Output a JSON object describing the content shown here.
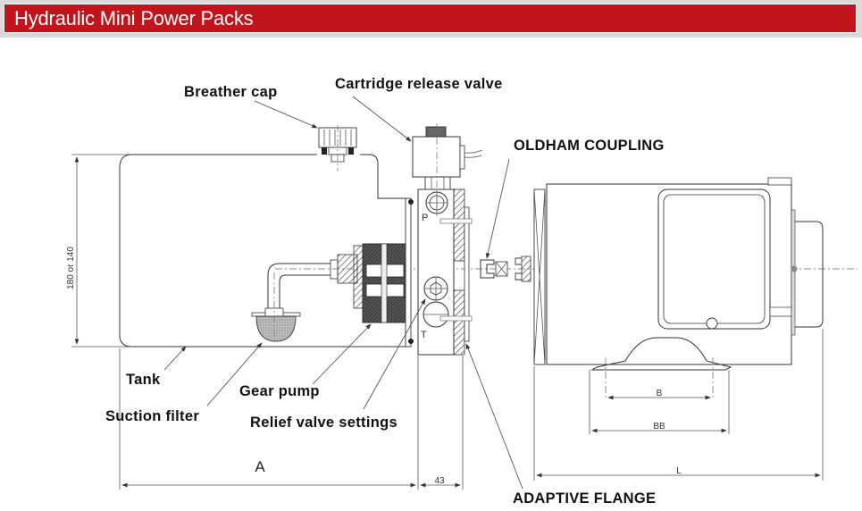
{
  "header": {
    "title": "Hydraulic Mini Power Packs",
    "bar_color": "#c3141c",
    "frame_color": "#d9d9d9",
    "text_color": "#ffffff"
  },
  "labels": {
    "breather_cap": "Breather cap",
    "cartridge_release_valve": "Cartridge release valve",
    "oldham_coupling": "OLDHAM COUPLING",
    "tank": "Tank",
    "suction_filter": "Suction filter",
    "gear_pump": "Gear pump",
    "relief_valve_settings": "Relief valve settings",
    "adaptive_flange": "ADAPTIVE FLANGE"
  },
  "port_labels": {
    "pressure": "P",
    "tank": "T"
  },
  "dimensions": {
    "tank_height": "180 or 140",
    "tank_length": "A",
    "flange_width": "43",
    "motor_length": "L",
    "foot_hole_spacing": "B",
    "foot_width": "BB"
  }
}
